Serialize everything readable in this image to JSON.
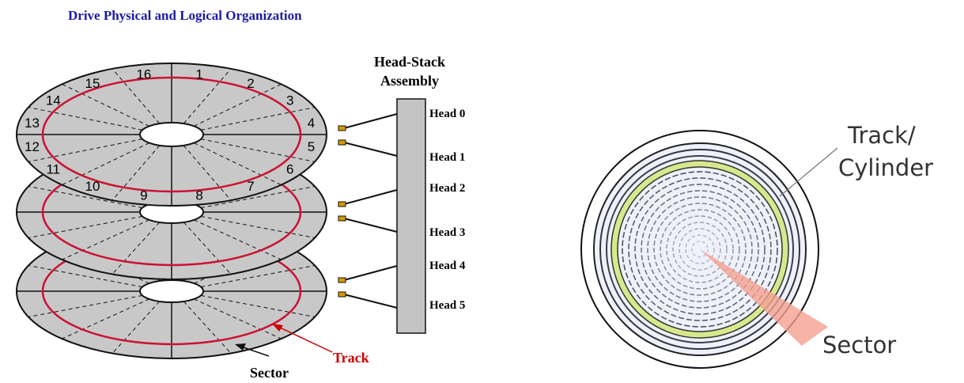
{
  "title": "Drive Physical and Logical Organization",
  "left_diagram": {
    "sector_numbers": [
      "1",
      "2",
      "3",
      "4",
      "5",
      "6",
      "7",
      "8",
      "9",
      "10",
      "11",
      "12",
      "13",
      "14",
      "15",
      "16"
    ],
    "head_stack_label_line1": "Head-Stack",
    "head_stack_label_line2": "Assembly",
    "heads": [
      "Head 0",
      "Head 1",
      "Head 2",
      "Head 3",
      "Head 4",
      "Head 5"
    ],
    "track_label": "Track",
    "sector_label": "Sector",
    "colors": {
      "platter": "#c8c8c8",
      "track": "#cc1133",
      "track_label": "#cc0000",
      "head_stack": "#c4c4c4",
      "head_tip": "#d49a00"
    }
  },
  "right_diagram": {
    "track_label_line1": "Track/",
    "track_label_line2": "Cylinder",
    "sector_label": "Sector",
    "colors": {
      "highlight_track": "#d8e88c",
      "sector_wedge": "#f4a090",
      "disk_fill": "#e6ebf8"
    }
  }
}
